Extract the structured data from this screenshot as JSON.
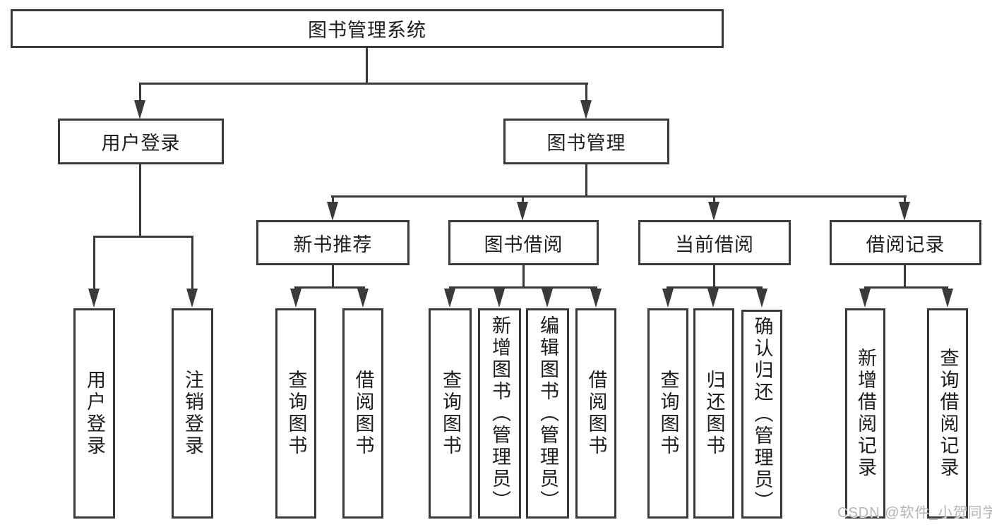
{
  "tree": {
    "root": {
      "label": "图书管理系统"
    },
    "branches": [
      {
        "label": "用户登录",
        "children": [
          {
            "label": "用户登录"
          },
          {
            "label": "注销登录"
          }
        ]
      },
      {
        "label": "图书管理",
        "children": [
          {
            "label": "新书推荐",
            "children": [
              {
                "label": "查询图书"
              },
              {
                "label": "借阅图书"
              }
            ]
          },
          {
            "label": "图书借阅",
            "children": [
              {
                "label": "查询图书"
              },
              {
                "label": "新增图书（管理员）"
              },
              {
                "label": "编辑图书（管理员）"
              },
              {
                "label": "借阅图书"
              }
            ]
          },
          {
            "label": "当前借阅",
            "children": [
              {
                "label": "查询图书"
              },
              {
                "label": "归还图书"
              },
              {
                "label": "确认归还（管理员）"
              }
            ]
          },
          {
            "label": "借阅记录",
            "children": [
              {
                "label": "新增借阅记录"
              },
              {
                "label": "查询借阅记录"
              }
            ]
          }
        ]
      }
    ]
  },
  "watermark": "CSDN @软件_小贺同学",
  "colors": {
    "line": "#3a3a3a",
    "text": "#1d1d1d",
    "watermark": "#b5b5b5",
    "background": "#ffffff"
  }
}
